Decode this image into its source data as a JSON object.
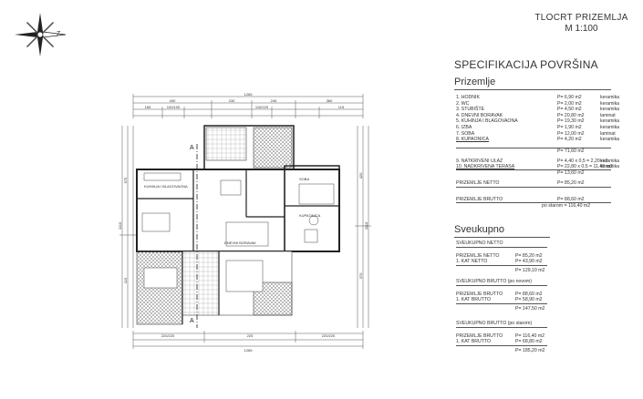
{
  "compass": {
    "letter": "Z"
  },
  "title": {
    "line1": "TLOCRT PRIZEMLJA",
    "line2": "M 1:100"
  },
  "spec": {
    "title": "SPECIFIKACIJA POVRŠINA",
    "prizemlje_heading": "Prizemlje",
    "rooms": [
      {
        "name": "1. HODNIK",
        "area": "P= 6,90 m2",
        "material": "keramika"
      },
      {
        "name": "2. WC",
        "area": "P= 2,00 m2",
        "material": "keramika"
      },
      {
        "name": "3. STUBIŠTE",
        "area": "P= 4,50 m2",
        "material": "keramika"
      },
      {
        "name": "4. DNEVNI BORAVAK",
        "area": "P= 20,80 m2",
        "material": "laminat"
      },
      {
        "name": "5. KUHINJA I BLAGOVAONA",
        "area": "P= 19,30 m2",
        "material": "keramika"
      },
      {
        "name": "6. IZBA",
        "area": "P= 1,90 m2",
        "material": "keramika"
      },
      {
        "name": "7. SOBA",
        "area": "P= 12,00 m2",
        "material": "laminat"
      },
      {
        "name": "8. KUPAONICA",
        "area": "P= 4,20 m2",
        "material": "keramika"
      }
    ],
    "rooms_total": "P= 71,60 m2",
    "outdoor": [
      {
        "name": "9. NATKRIVENI ULAZ",
        "area": "P= 4,40 x 0,5 = 2,20 m2",
        "material": "keramika"
      },
      {
        "name": "10. NADKRIVENA TERASA",
        "area": "P= 22,80 x 0,5 = 11,40 m2",
        "material": "keramika"
      }
    ],
    "outdoor_total": "P= 13,60 m2",
    "netto_label": "PRIZEMLJE NETTO",
    "netto_value": "P= 85,20 m2",
    "brutto_label": "PRIZEMLJE BRUTTO",
    "brutto_value": "P= 88,60 m2",
    "brutto_old": "po starom = 116,40 m2",
    "sveukupno_heading": "Sveukupno",
    "g1": {
      "title": "SVEUKUPNO NETTO",
      "r1_label": "PRIZEMLJE NETTO",
      "r1_value": "P= 85,20 m2",
      "r2_label": "1. KAT NETTO",
      "r2_value": "P= 43,90 m2",
      "total": "P= 129,10 m2"
    },
    "g2": {
      "title": "SVEUKUPNO BRUTTO (po novom)",
      "r1_label": "PRIZEMLJE BRUTTO",
      "r1_value": "P= 88,60 m2",
      "r2_label": "1. KAT BRUTTO",
      "r2_value": "P= 58,90 m2",
      "total": "P= 147,50 m2"
    },
    "g3": {
      "title": "SVEUKUPNO BRUTTO (po starom)",
      "r1_label": "PRIZEMLJE BRUTTO",
      "r1_value": "P= 116,40 m2",
      "r2_label": "1. KAT BRUTTO",
      "r2_value": "P= 68,80 m2",
      "total": "P= 185,20 m2"
    }
  },
  "plan": {
    "dims_top_total": "1265",
    "dims_top_a": [
      "430",
      "230",
      "245",
      "360"
    ],
    "dims_top_b": [
      "165",
      "100/100",
      "110/220",
      "115"
    ],
    "dims_left": [
      "1110",
      "575",
      "115"
    ],
    "dims_right": [
      "1110",
      "420",
      "370"
    ],
    "dims_bottom_total": "1265",
    "dims_bottom_a": [
      "220/220",
      "225",
      "220/220"
    ],
    "room_labels": [
      "KUHINJA I BLAGOVAONA",
      "DNEVNI BORAVAK",
      "SOBA",
      "KUPAONICA"
    ],
    "marker": "A"
  }
}
